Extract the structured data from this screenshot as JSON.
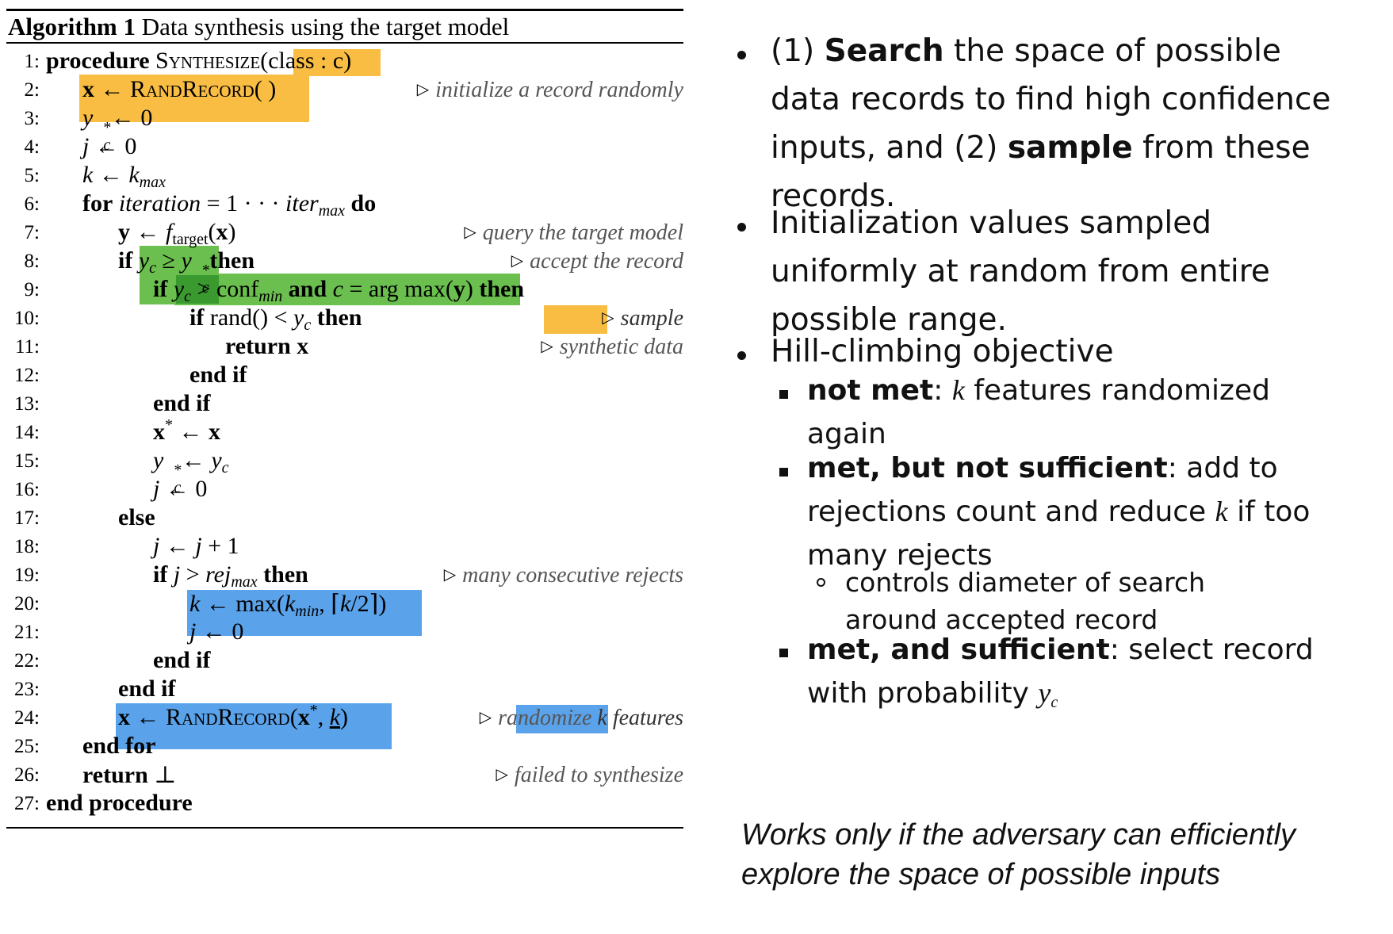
{
  "algorithm": {
    "label": "Algorithm 1",
    "title": "Data synthesis using the target model",
    "lines": [
      {
        "n": "1:"
      },
      {
        "n": "2:"
      },
      {
        "n": "3:"
      },
      {
        "n": "4:"
      },
      {
        "n": "5:"
      },
      {
        "n": "6:"
      },
      {
        "n": "7:"
      },
      {
        "n": "8:"
      },
      {
        "n": "9:"
      },
      {
        "n": "10:"
      },
      {
        "n": "11:"
      },
      {
        "n": "12:"
      },
      {
        "n": "13:"
      },
      {
        "n": "14:"
      },
      {
        "n": "15:"
      },
      {
        "n": "16:"
      },
      {
        "n": "17:"
      },
      {
        "n": "18:"
      },
      {
        "n": "19:"
      },
      {
        "n": "20:"
      },
      {
        "n": "21:"
      },
      {
        "n": "22:"
      },
      {
        "n": "23:"
      },
      {
        "n": "24:"
      },
      {
        "n": "25:"
      },
      {
        "n": "26:"
      },
      {
        "n": "27:"
      }
    ],
    "keywords": {
      "procedure": "procedure",
      "for": "for",
      "do": "do",
      "if": "if",
      "then": "then",
      "and": "and",
      "return": "return",
      "end_if": "end if",
      "else": "else",
      "end_for": "end for",
      "end_procedure": "end procedure"
    },
    "names": {
      "synthesize": "Synthesize",
      "class_param": "class : c",
      "randrecord": "RandRecord",
      "iteration": "iteration",
      "iter": "iter",
      "max": "max",
      "min": "min",
      "target": "target",
      "conf": "conf",
      "argmax": "arg max",
      "rand": "rand",
      "rej": "rej",
      "fail_symbol": "⊥"
    },
    "comments": {
      "init": "initialize a record randomly",
      "query": "query the target model",
      "accept": "accept the record",
      "sample": "sample",
      "synthetic": "synthetic data",
      "rejects": "many consecutive rejects",
      "randomize": "randomize",
      "kfeatures": "k features",
      "failed": "failed to synthesize"
    },
    "highlight_colors": {
      "orange": "#f8bd42",
      "green": "#6bbf4e",
      "dark_green": "#3a9a30",
      "blue": "#5aa2ea"
    }
  },
  "bullets": {
    "b1": {
      "pre": "(1) ",
      "bold1": "Search",
      "mid": " the space of possible data records to find high confidence inputs, and (2) ",
      "bold2": "sample",
      "post": " from these records."
    },
    "b2": "Initialization values sampled uniformly at random from entire possible range.",
    "b3": "Hill-climbing objective",
    "sub1": {
      "bold": "not met",
      "pre": ": ",
      "var": "k",
      "post": " features randomized again"
    },
    "sub2": {
      "bold": "met, but not sufficient",
      "pre": ": add to rejections count and reduce ",
      "var": "k",
      "post": " if too many rejects"
    },
    "subsub1": "controls diameter of search around accepted record",
    "sub3": {
      "bold": "met, and sufficient",
      "pre": ": select record with probability ",
      "var": "y",
      "var_sub": "c"
    }
  },
  "footer_note": "Works only if the adversary can efficiently explore the space of possible inputs"
}
